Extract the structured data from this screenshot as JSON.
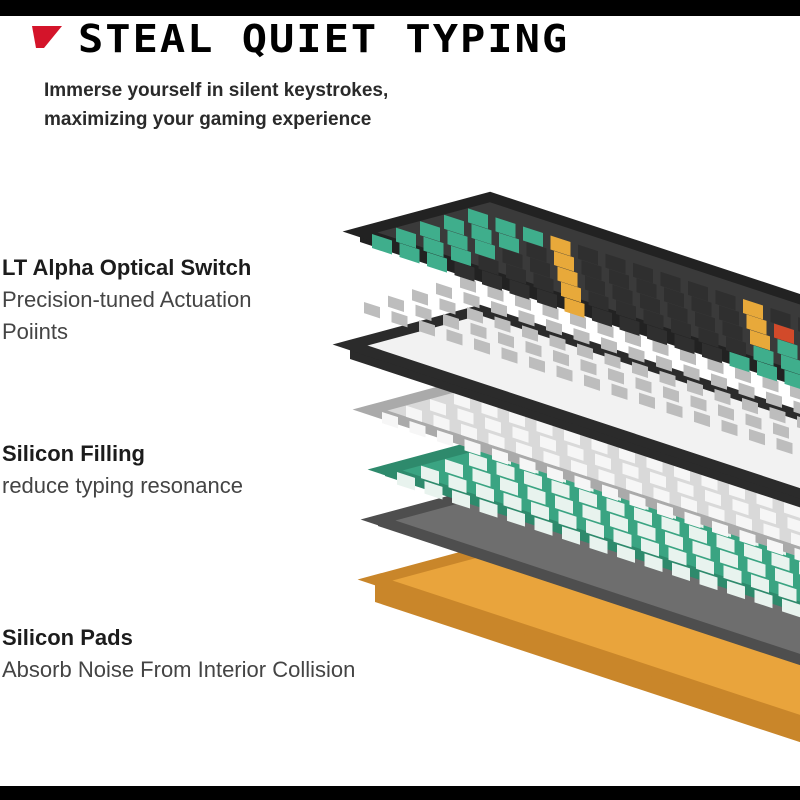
{
  "header": {
    "title": "STEAL QUIET TYPING",
    "subtitle_lines": [
      "Immerse yourself in silent keystrokes,",
      "maximizing your gaming experience"
    ],
    "logo_color": "#d4142a"
  },
  "features": [
    {
      "title": "LT Alpha Optical Switch",
      "description": "Precision-tuned Actuation Poiints"
    },
    {
      "title": "Silicon Filling",
      "description": "reduce typing resonance"
    },
    {
      "title": "Silicon Pads",
      "description": "Absorb Noise From Interior Collision"
    }
  ],
  "colors": {
    "keycap_green": "#3fae8c",
    "keycap_dark": "#3a3a3a",
    "accent_yellow": "#e8a93a",
    "case_orange": "#e9a43c",
    "plate_green": "#3aa482",
    "plate_gray": "#6e6e6e"
  }
}
